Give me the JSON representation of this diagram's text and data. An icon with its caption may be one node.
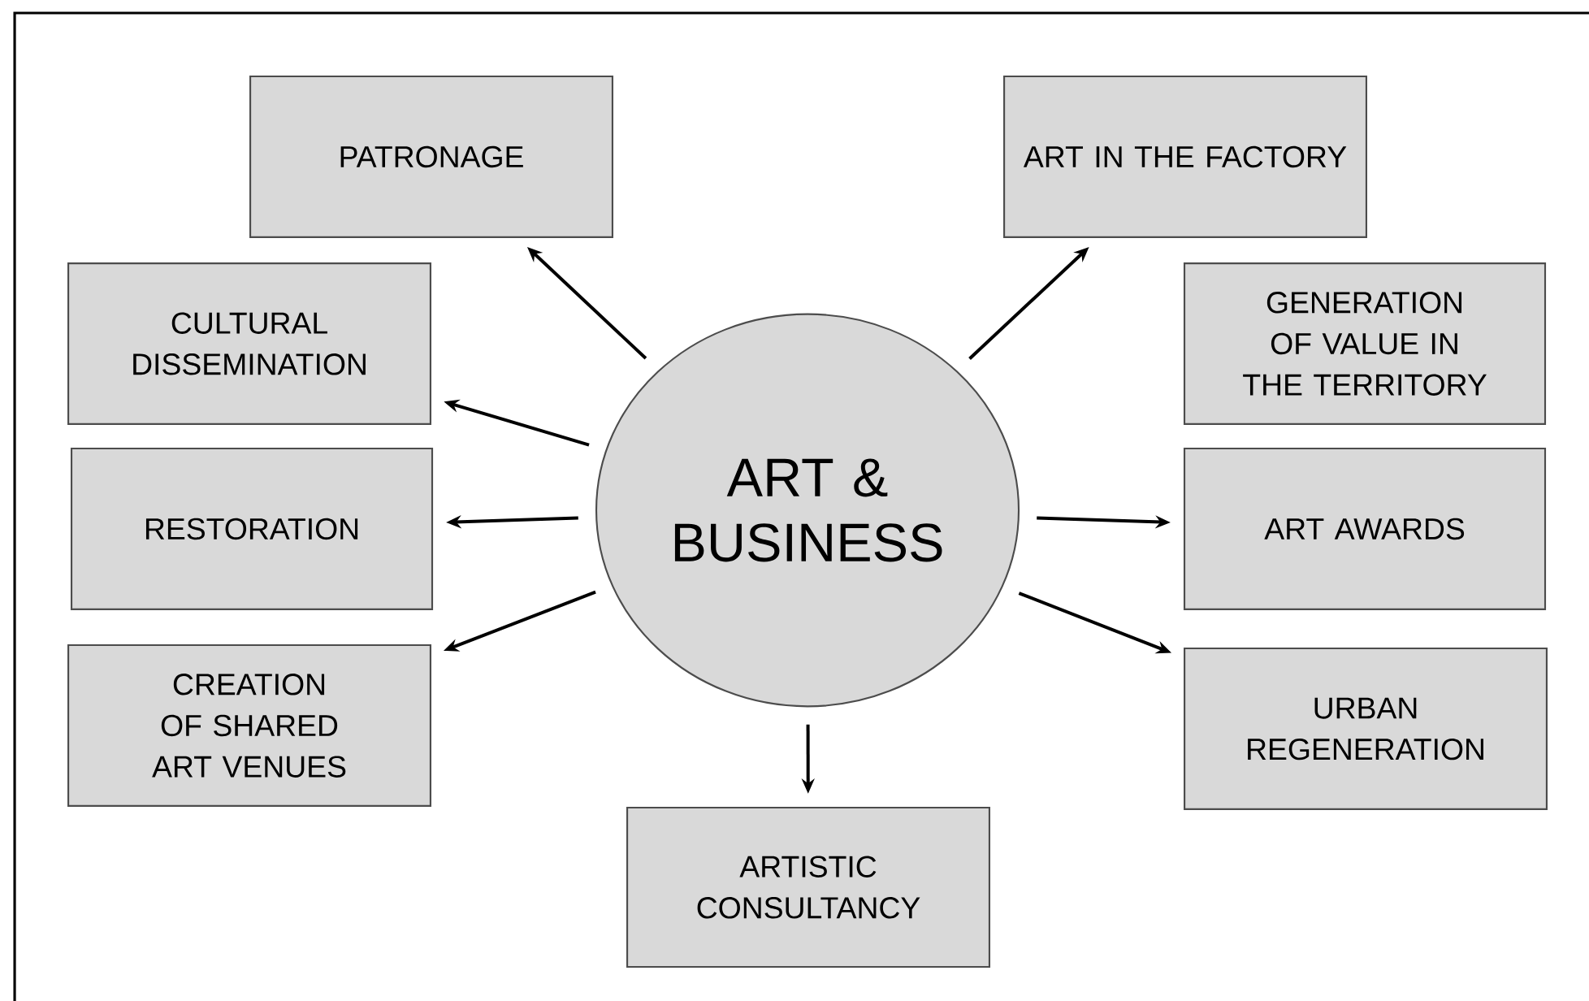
{
  "diagram": {
    "nodes": [
      {
        "text": [
          "ART & BUSINESS"
        ]
      },
      {
        "text": [
          "PATRONAGE"
        ]
      },
      {
        "text": [
          "ART IN THE FACTORY"
        ]
      },
      {
        "text": [
          "CULTURAL DISSEMINATION"
        ]
      },
      {
        "text": [
          "GENERATION OF VALUE IN THE TERRITORY"
        ]
      },
      {
        "text": [
          "RESTORATION"
        ]
      },
      {
        "text": [
          "ART AWARDS"
        ]
      },
      {
        "text": [
          "CREATION OF SHARED ART VENUES"
        ]
      },
      {
        "text": [
          "URBAN REGENERATION"
        ]
      },
      {
        "text": [
          "ARTISTIC CONSULTANCY"
        ]
      }
    ],
    "edges": [
      {
        "from": 0,
        "to": 1,
        "arrow": "to"
      },
      {
        "from": 0,
        "to": 2,
        "arrow": "to"
      },
      {
        "from": 0,
        "to": 3,
        "arrow": "to"
      },
      {
        "from": 0,
        "to": 5,
        "arrow": "to"
      },
      {
        "from": 0,
        "to": 6,
        "arrow": "to"
      },
      {
        "from": 0,
        "to": 7,
        "arrow": "to"
      },
      {
        "from": 0,
        "to": 8,
        "arrow": "to"
      },
      {
        "from": 0,
        "to": 9,
        "arrow": "to"
      }
    ]
  }
}
